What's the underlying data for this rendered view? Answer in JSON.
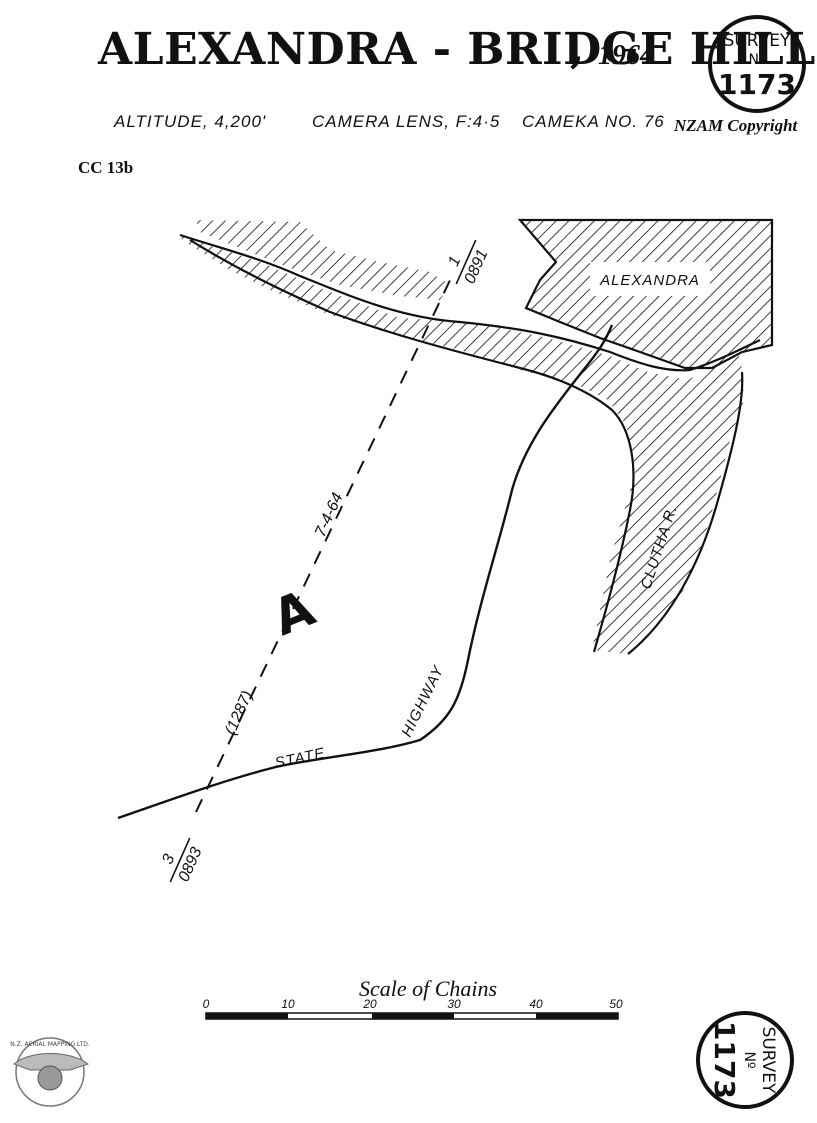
{
  "header": {
    "title": "ALEXANDRA - BRIDGE HILL",
    "comma": ",",
    "year": "1964",
    "altitude": "ALTITUDE, 4,200'",
    "camera_lens": "CAMERA LENS, F:4·5",
    "camera_no": "CAMEKA NO. 76",
    "copyright": "NZAM Copyright",
    "sheet_ref": "CC 13b"
  },
  "badges": {
    "top": {
      "line1": "SURVEY",
      "line2": "Nº",
      "number": "1173"
    },
    "bottom": {
      "line1": "SURVEY",
      "line2": "Nº",
      "number": "1173"
    }
  },
  "map": {
    "town_label": "ALEXANDRA",
    "river_label": "CLUTHA R.",
    "road_label_1": "STATE",
    "road_label_2": "HIGHWAY",
    "run_letter": "A",
    "run_date": "7-4-64",
    "run_ref": "(1287)",
    "start_frame": {
      "top": "1",
      "bottom": "0891"
    },
    "end_frame": {
      "top": "3",
      "bottom": "0893"
    }
  },
  "scale": {
    "title": "Scale of Chains",
    "ticks": [
      "0",
      "10",
      "20",
      "30",
      "40",
      "50"
    ]
  },
  "logo": {
    "text": "N.Z. AERIAL MAPPING LTD."
  },
  "colors": {
    "ink": "#111111",
    "paper": "#ffffff"
  }
}
